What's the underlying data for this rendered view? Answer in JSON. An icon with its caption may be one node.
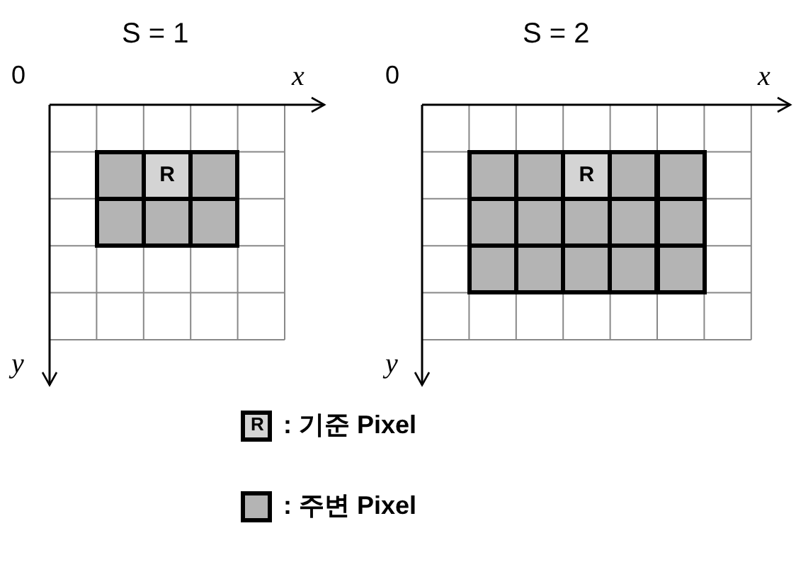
{
  "diagram": {
    "nodes": [
      {
        "text": [],
        "shape": "box"
      },
      {
        "text": [
          "R"
        ]
      },
      {
        "text": [],
        "shape": "box"
      },
      {
        "text": [],
        "shape": "box"
      },
      {
        "text": [],
        "shape": "box"
      },
      {
        "text": [],
        "shape": "box"
      },
      {
        "text": [],
        "shape": "box"
      },
      {
        "text": [],
        "shape": "box"
      },
      {
        "text": [
          "R"
        ]
      },
      {
        "text": [],
        "shape": "box"
      },
      {
        "text": [],
        "shape": "box"
      },
      {
        "text": [],
        "shape": "box"
      },
      {
        "text": [],
        "shape": "box"
      },
      {
        "text": [],
        "shape": "box"
      },
      {
        "text": [],
        "shape": "box"
      },
      {
        "text": [],
        "shape": "box"
      },
      {
        "text": [],
        "shape": "box"
      },
      {
        "text": [],
        "shape": "box"
      },
      {
        "text": [],
        "shape": "box"
      },
      {
        "text": [],
        "shape": "box"
      },
      {
        "text": [],
        "shape": "box"
      }
    ],
    "labels": [
      "S = 1",
      "S = 2",
      "0",
      "x",
      "0",
      "x",
      "y",
      "y",
      "R"
    ],
    "legend": [
      {
        "text": ": 기준 Pixel",
        "color": "#d4d4d4"
      },
      {
        "text": ": 주변 Pixel",
        "color": "#b4b4b4"
      }
    ]
  }
}
